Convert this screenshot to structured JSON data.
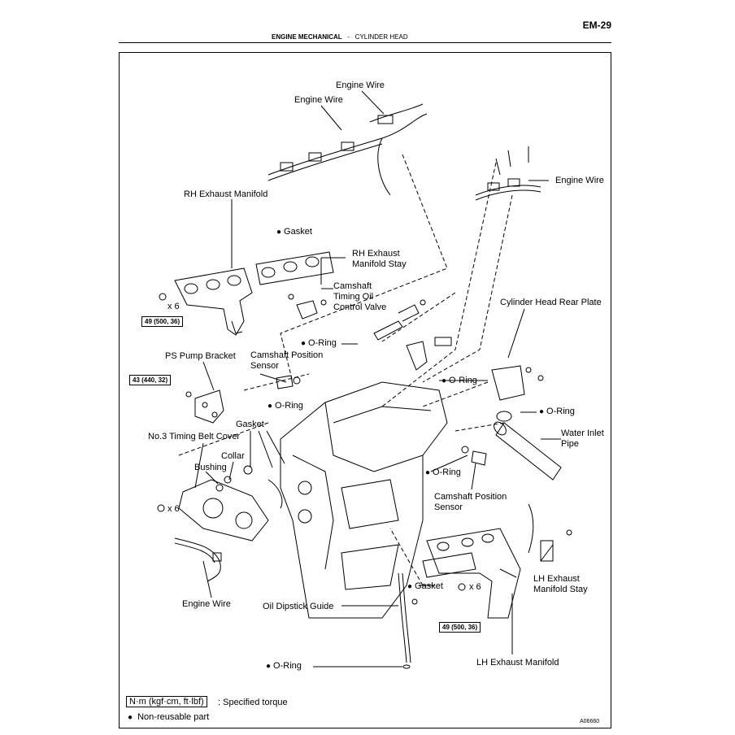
{
  "header": {
    "page_number": "EM-29",
    "section": "ENGINE MECHANICAL",
    "separator": "-",
    "subsection": "CYLINDER HEAD"
  },
  "labels": {
    "engine_wire_top1": "Engine Wire",
    "engine_wire_top2": "Engine Wire",
    "engine_wire_right": "Engine Wire",
    "rh_exhaust_manifold": "RH Exhaust Manifold",
    "gasket_top": "Gasket",
    "rh_manifold_stay": "RH Exhaust\nManifold Stay",
    "camshaft_ocv": "Camshaft\nTiming Oil\nControl Valve",
    "cyl_head_rear_plate": "Cylinder Head Rear Plate",
    "x6_rh": "x 6",
    "oring_1": "O-Ring",
    "ps_pump_bracket": "PS Pump Bracket",
    "cam_pos_sensor_left": "Camshaft Position\nSensor",
    "oring_2": "O-Ring",
    "oring_3": "O-Ring",
    "oring_4": "O-Ring",
    "water_inlet_pipe": "Water Inlet\nPipe",
    "gasket_mid": "Gasket",
    "no3_timing_belt_cover": "No.3 Timing Belt Cover",
    "collar": "Collar",
    "bushing": "Bushing",
    "oring_5": "O-Ring",
    "cam_pos_sensor_right": "Camshaft Position\nSensor",
    "x6_left": "x 6",
    "lh_manifold_stay": "LH Exhaust\nManifold Stay",
    "gasket_bottom": "Gasket",
    "x6_lh": "x 6",
    "engine_wire_bottom": "Engine Wire",
    "oil_dipstick_guide": "Oil Dipstick Guide",
    "lh_exhaust_manifold": "LH Exhaust Manifold",
    "oring_bottom": "O-Ring"
  },
  "torques": {
    "rh_manifold": "49 (500, 36)",
    "ps_bracket": "43 (440, 32)",
    "lh_manifold": "49 (500, 36)"
  },
  "legend": {
    "torque_units": "N·m (kgf·cm, ft·lbf)",
    "torque_desc": ": Specified torque",
    "nonreusable_symbol": "●",
    "nonreusable_desc": "Non-reusable part"
  },
  "figure_id": "A06660",
  "dot": "●"
}
